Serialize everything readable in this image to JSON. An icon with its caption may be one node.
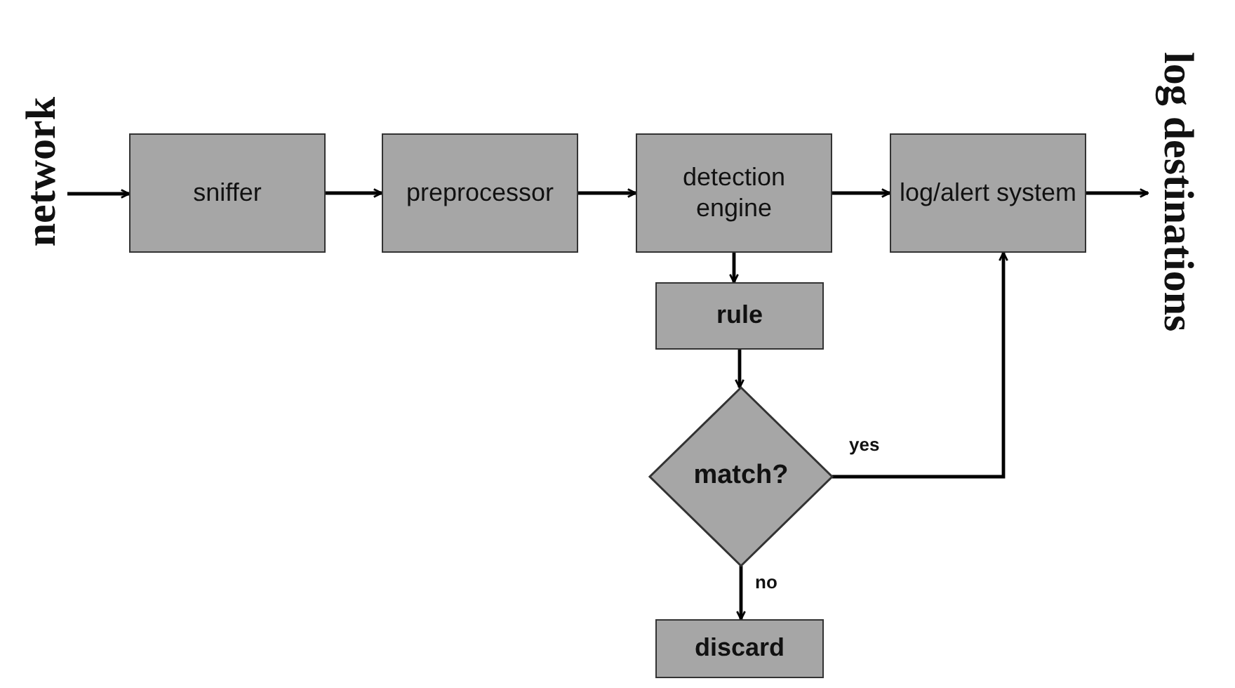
{
  "diagram": {
    "nodes": [
      {
        "text": [
          "network"
        ]
      },
      {
        "text": [
          "sniffer"
        ]
      },
      {
        "text": [
          "preprocessor"
        ]
      },
      {
        "text": [
          "detection engine"
        ]
      },
      {
        "text": [
          "log/alert system"
        ]
      },
      {
        "text": [
          "log destinations"
        ]
      },
      {
        "text": [
          "rule"
        ]
      },
      {
        "text": [
          "match?"
        ]
      },
      {
        "text": [
          "discard"
        ]
      }
    ],
    "edges": [
      {
        "from": 0,
        "to": 1,
        "arrow": "to"
      },
      {
        "from": 1,
        "to": 2,
        "arrow": "to"
      },
      {
        "from": 2,
        "to": 3,
        "arrow": "to"
      },
      {
        "from": 3,
        "to": 4,
        "arrow": "to"
      },
      {
        "from": 4,
        "to": 5,
        "arrow": "to"
      },
      {
        "from": 3,
        "to": 6,
        "arrow": "to"
      },
      {
        "from": 6,
        "to": 7,
        "arrow": "to"
      },
      {
        "from": 7,
        "to": 4,
        "label": "yes",
        "arrow": "to"
      },
      {
        "from": 7,
        "to": 8,
        "label": "no",
        "arrow": "to"
      }
    ]
  }
}
